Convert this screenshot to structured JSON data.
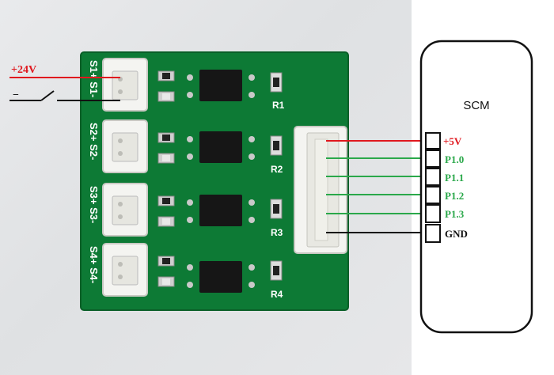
{
  "colors": {
    "pcb": "#0d7a35",
    "pcb_dark": "#0a5f28",
    "wire_red": "#e0181e",
    "wire_green": "#2aa84a",
    "wire_black": "#111111",
    "pin_label_green": "#2aa84a",
    "pin_label_red": "#e0181e"
  },
  "input_labels": {
    "v24": "+24V",
    "minus": "−"
  },
  "board_silkscreen": {
    "connectors": [
      "S1+ S1-",
      "S2+ S2-",
      "S3+ S3-",
      "S4+ S4-"
    ],
    "resistors": [
      "R1",
      "R2",
      "R3",
      "R4"
    ]
  },
  "scm": {
    "title": "SCM",
    "pins": [
      "+5V",
      "P1.0",
      "P1.1",
      "P1.2",
      "P1.3",
      "GND"
    ]
  }
}
